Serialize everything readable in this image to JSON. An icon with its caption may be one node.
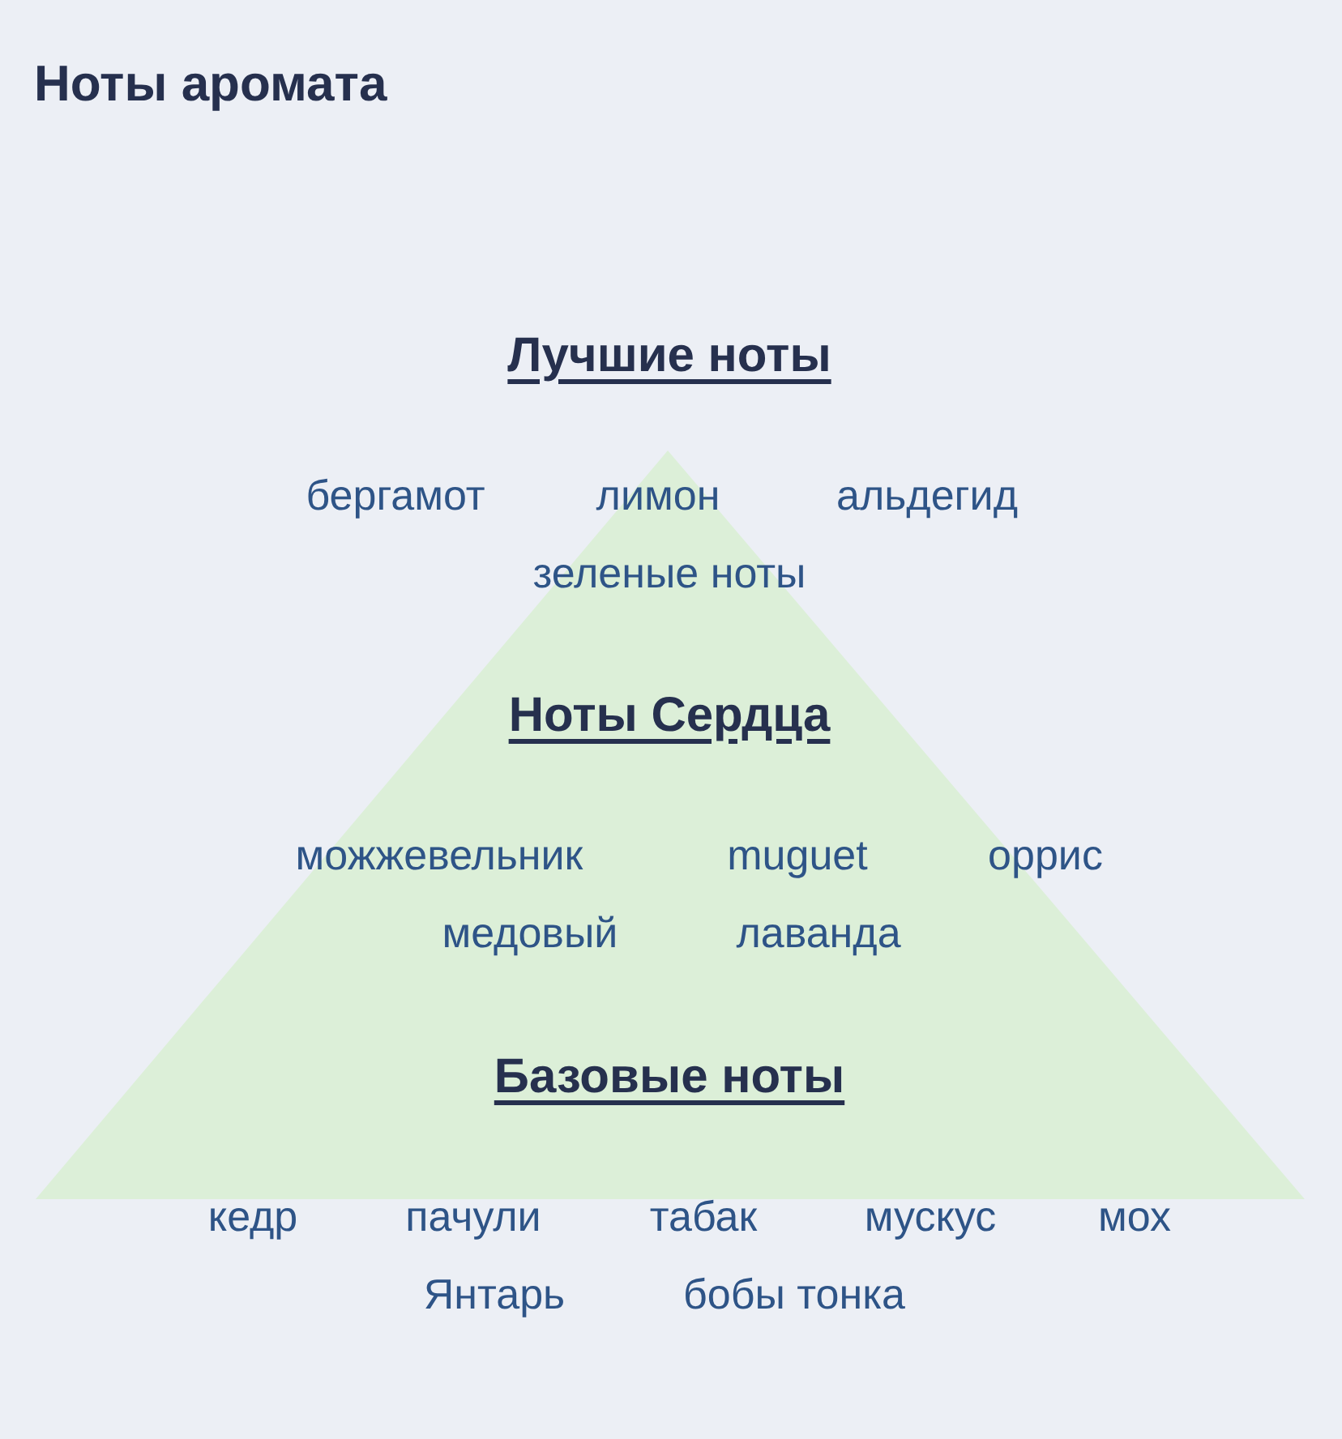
{
  "diagram": {
    "title": "Ноты аромата",
    "labels": [
      "Лучшие ноты",
      "бергамот",
      "лимон",
      "альдегид",
      "зеленые ноты",
      "Ноты Сердца",
      "можжевельник",
      "muguet",
      "оррис",
      "медовый",
      "лаванда",
      "Базовые ноты",
      "кедр",
      "пачули",
      "табак",
      "мускус",
      "мох",
      "Янтарь",
      "бобы тонка"
    ]
  }
}
